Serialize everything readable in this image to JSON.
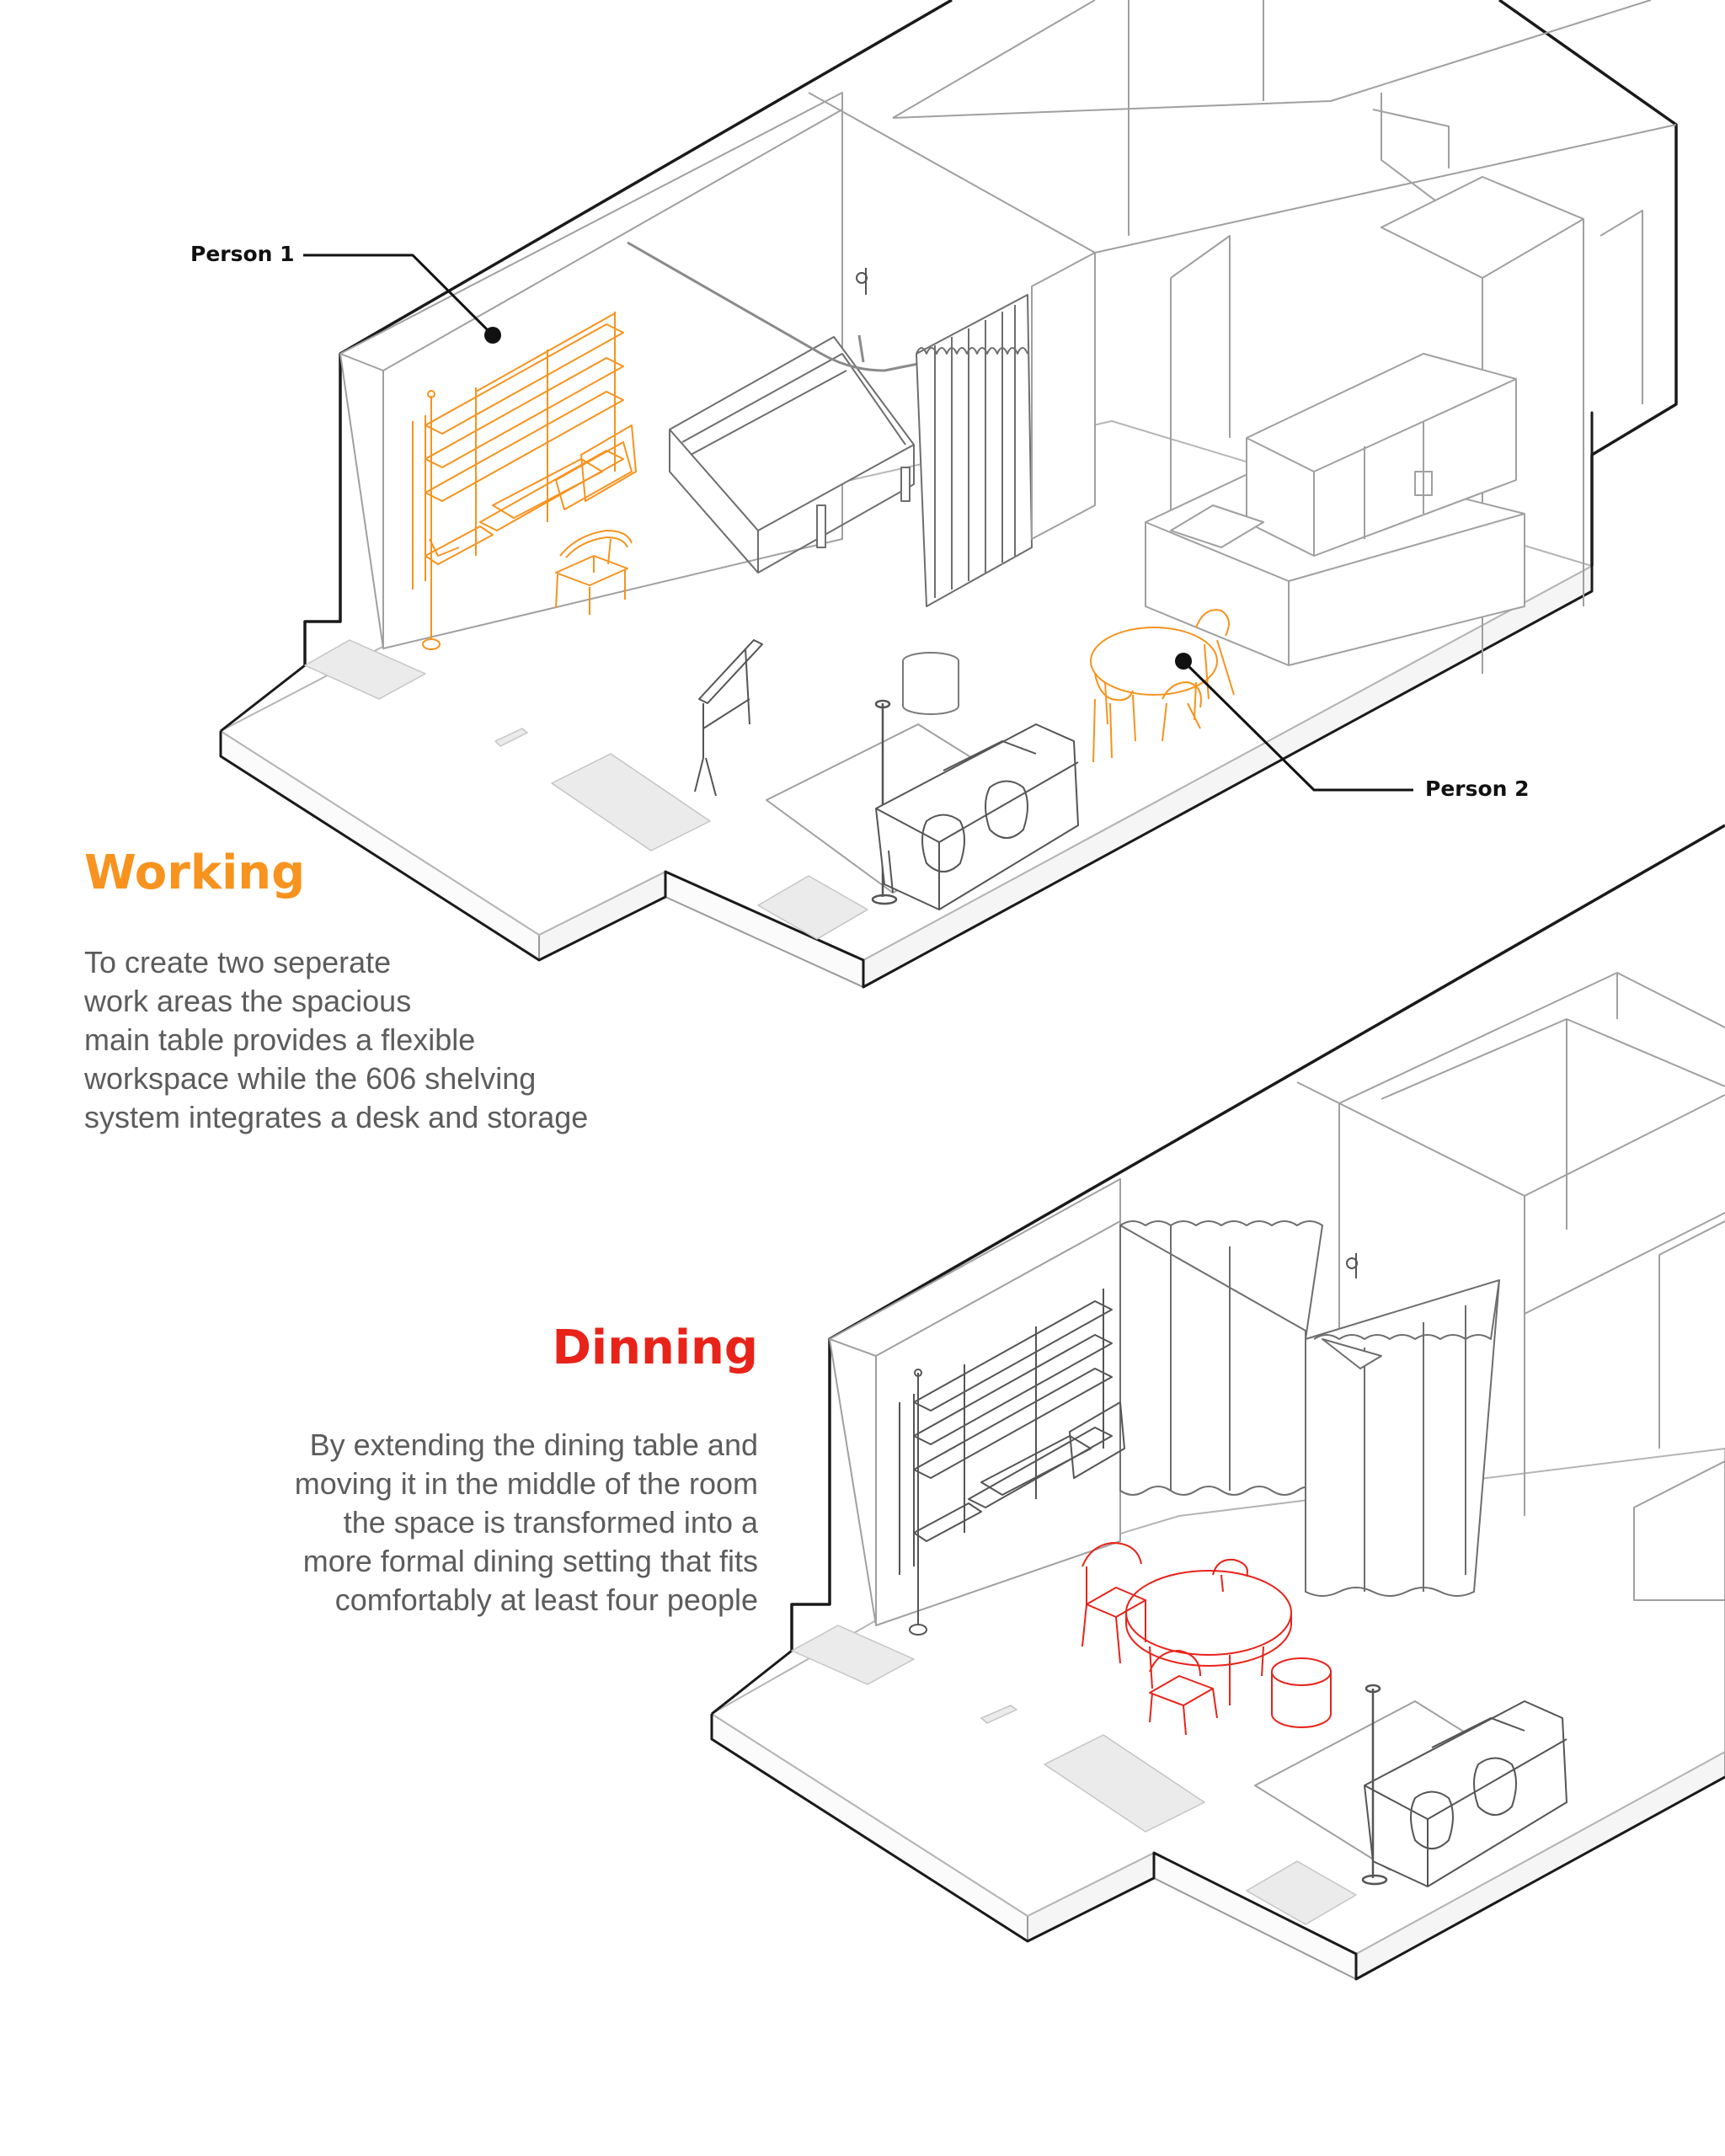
{
  "working": {
    "title": "Working",
    "description_lines": [
      "To create two seperate",
      "work areas the spacious",
      "main table provides a flexible",
      "workspace while the 606 shelving",
      "system integrates a desk and storage"
    ],
    "callouts": {
      "person1": "Person 1",
      "person2": "Person 2"
    }
  },
  "dining": {
    "title": "Dinning",
    "description_lines": [
      "By extending the dining table and",
      "moving it in the middle of the room",
      "the space is transformed into a",
      "more formal dining setting that fits",
      "comfortably at least four people"
    ]
  },
  "colors": {
    "working_accent": "#f7931e",
    "dining_accent": "#e8231a",
    "linework": "#8a8a8a",
    "outline": "#1a1a1a",
    "floor_patch": "#ebebeb"
  }
}
